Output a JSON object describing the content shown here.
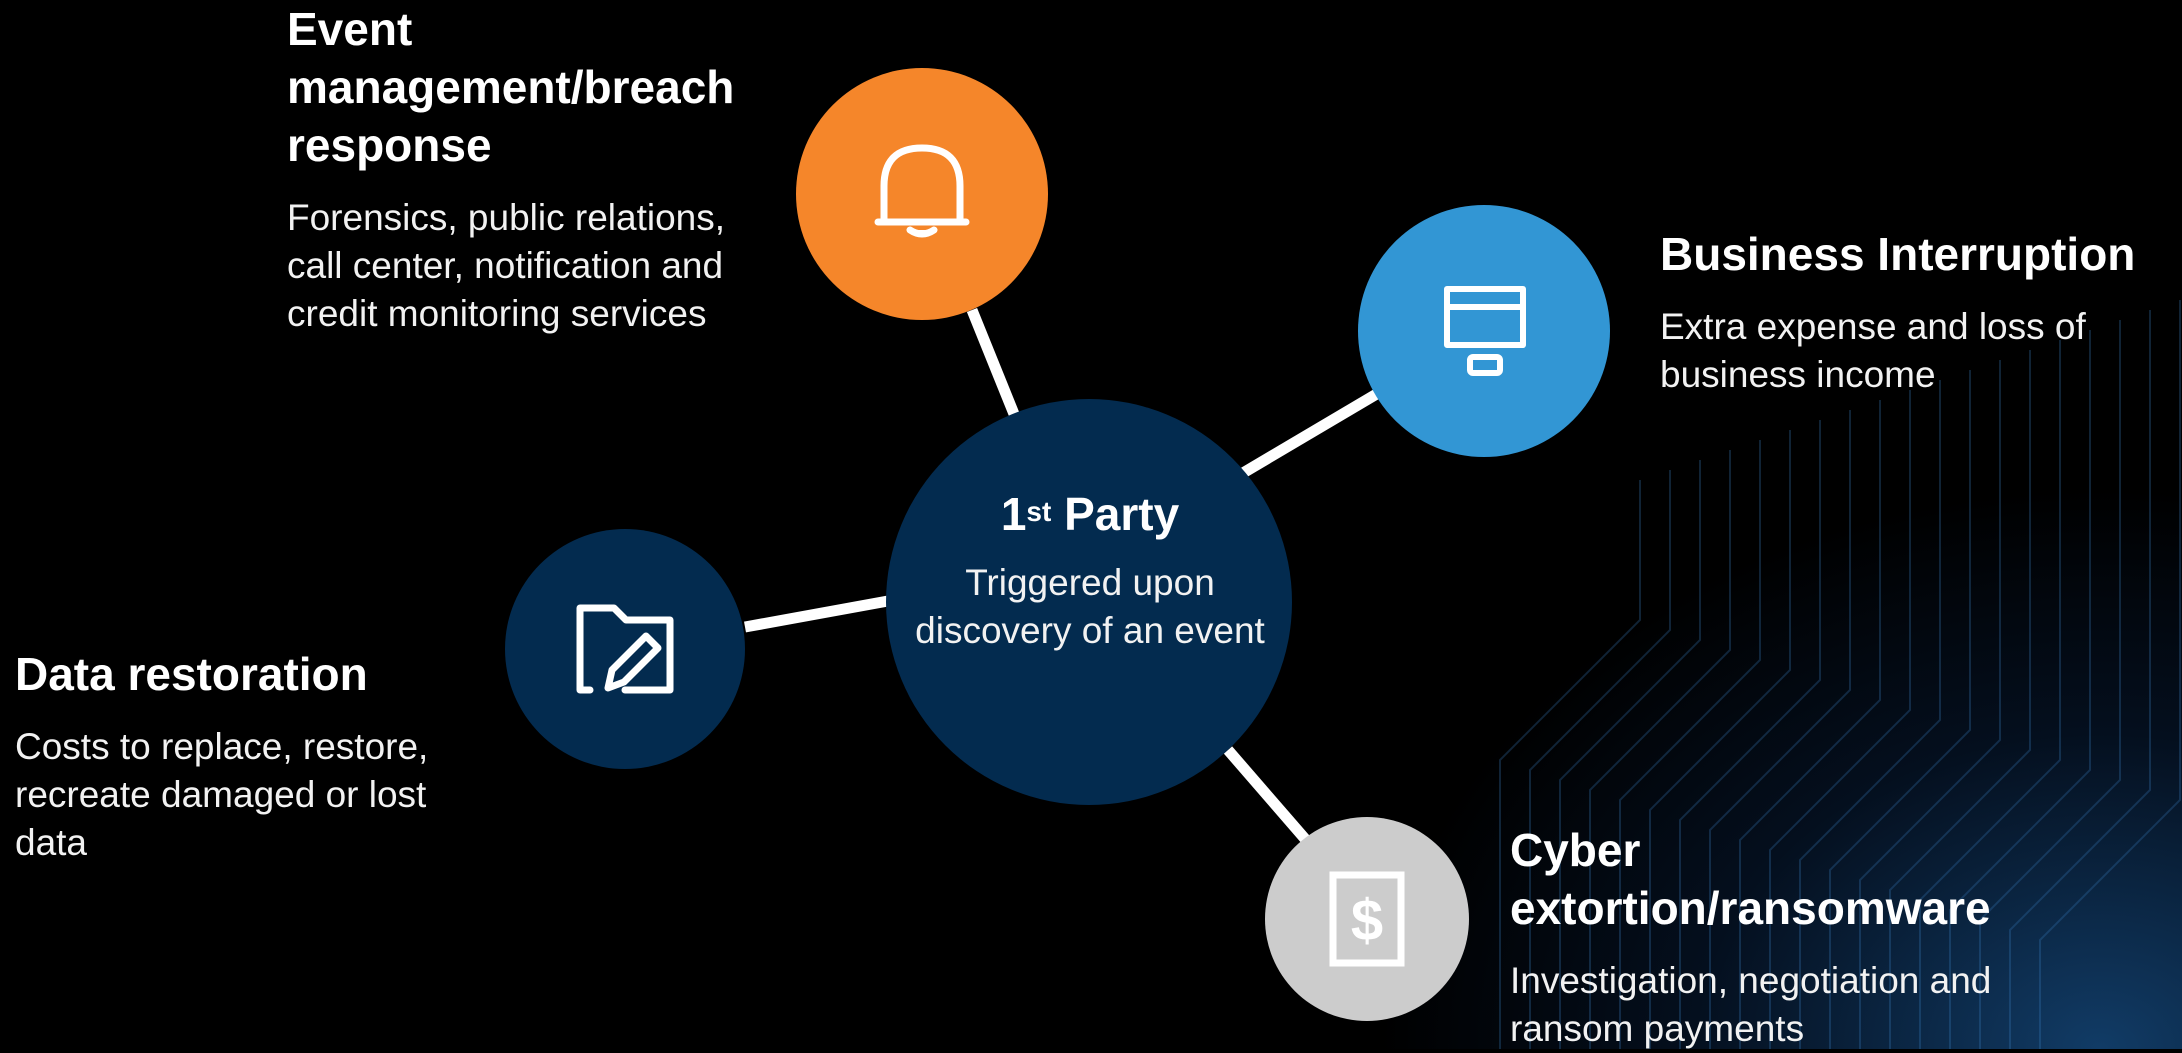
{
  "center": {
    "title_num": "1",
    "title_sup": "st",
    "title_rest": " Party",
    "description": "Triggered upon discovery of an event",
    "color": "#032b4f"
  },
  "nodes": [
    {
      "id": "event-management",
      "icon": "bell-icon",
      "color": "#f5862a",
      "heading": "Event management/breach response",
      "description": "Forensics, public relations, call center, notification and credit monitoring services"
    },
    {
      "id": "business-interruption",
      "icon": "monitor-icon",
      "color": "#3296d4",
      "heading": "Business Interruption",
      "description": "Extra expense and loss of business income"
    },
    {
      "id": "data-restoration",
      "icon": "folder-edit-icon",
      "color": "#032b4f",
      "heading": "Data restoration",
      "description": "Costs to replace, restore, recreate damaged or lost data"
    },
    {
      "id": "cyber-extortion",
      "icon": "dollar-document-icon",
      "color": "#cccccc",
      "heading": "Cyber extortion/ransomware",
      "description": "Investigation, negotiation and ransom payments"
    }
  ]
}
